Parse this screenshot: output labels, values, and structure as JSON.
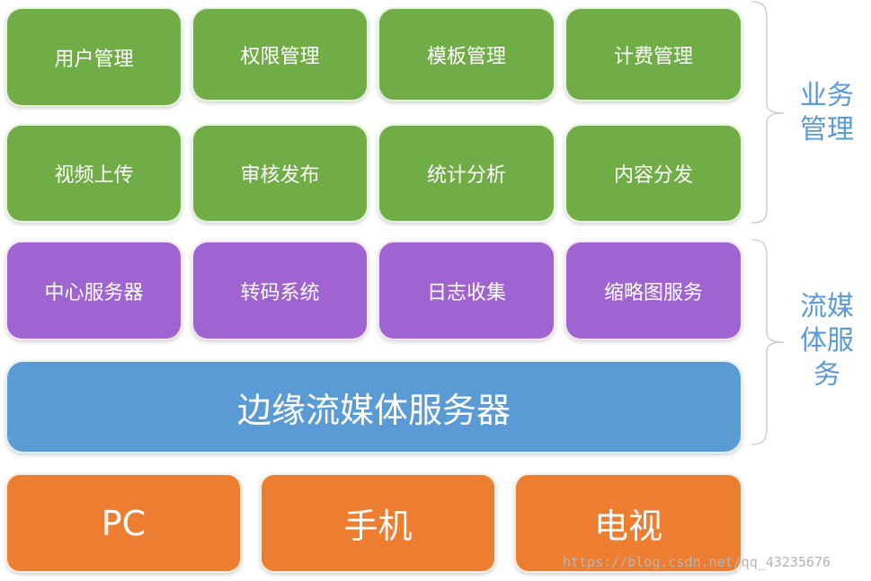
{
  "business_row1": [
    "用户管理",
    "权限管理",
    "模板管理",
    "计费管理"
  ],
  "business_row2": [
    "视频上传",
    "审核发布",
    "统计分析",
    "内容分发"
  ],
  "stream_row": [
    "中心服务器",
    "转码系统",
    "日志收集",
    "缩略图服务"
  ],
  "edge_server": "边缘流媒体服务器",
  "clients": [
    "PC",
    "手机",
    "电视"
  ],
  "labels": {
    "business_line1": "业务",
    "business_line2": "管理",
    "stream_line1": "流媒",
    "stream_line2": "体服",
    "stream_line3": "务"
  },
  "watermark": "https://blog.csdn.net/qq_43235676",
  "colors": {
    "business": "#70ad47",
    "stream": "#a064d1",
    "edge": "#5b9bd5",
    "client": "#ed7d31",
    "label": "#5b9bd5"
  }
}
